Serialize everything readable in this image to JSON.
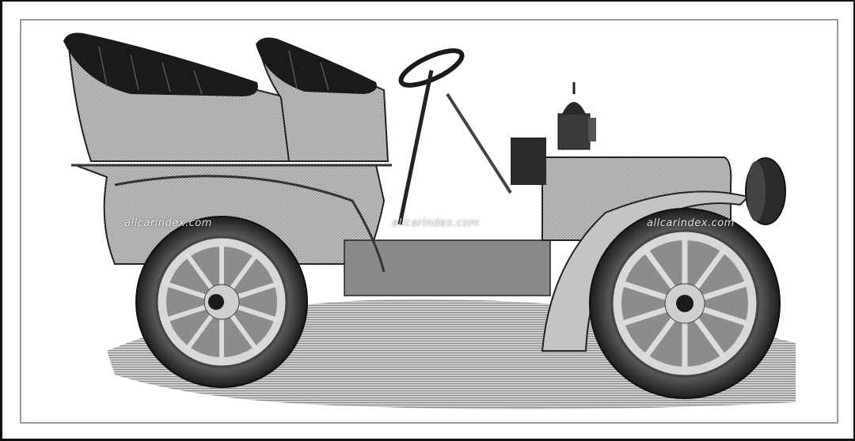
{
  "image": {
    "subject": "Antique touring car engraving, side view",
    "watermarks": [
      "allcarindex.com",
      "allcarindex.com",
      "allcarindex.com"
    ],
    "colors": {
      "frame_outer": "#111111",
      "frame_inner": "#9a9a9a",
      "background": "#ffffff",
      "body_gray": "#bdbdbd",
      "upholstery": "#1a1a1a",
      "tire": "#2b2b2b",
      "ground": "#9e9e9e"
    }
  }
}
